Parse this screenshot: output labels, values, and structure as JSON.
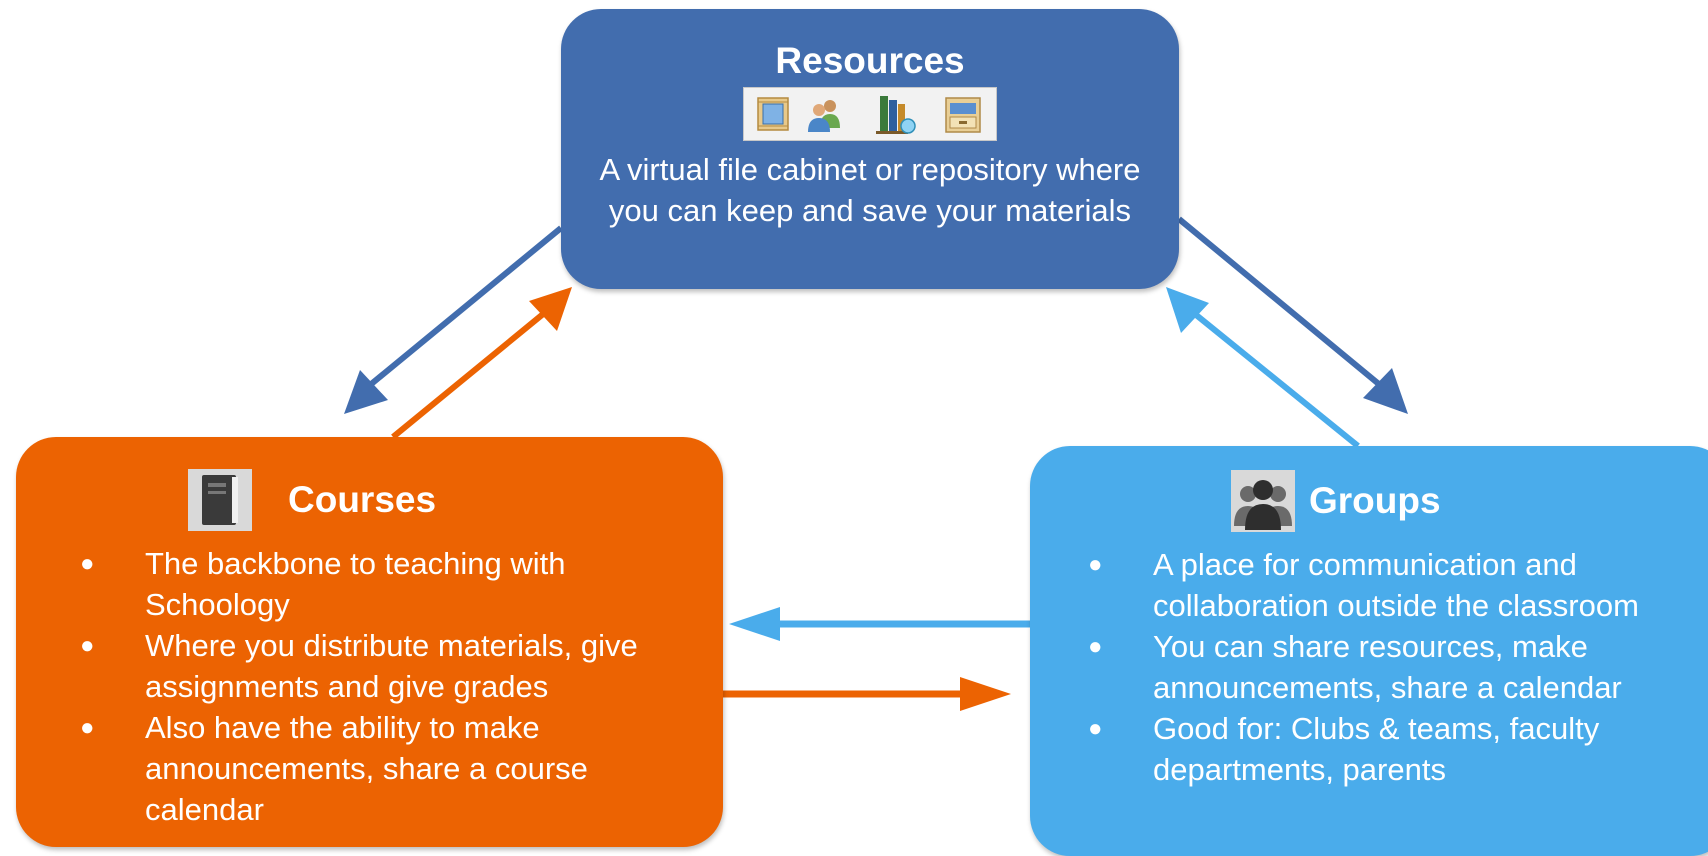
{
  "resources": {
    "title": "Resources",
    "description": "A virtual file cabinet or repository where you can keep and save your materials",
    "icons": [
      "media-album-icon",
      "users-icon",
      "books-icon",
      "file-cabinet-icon"
    ],
    "color": "#426dae"
  },
  "courses": {
    "title": "Courses",
    "icon": "book-icon",
    "color": "#ec6302",
    "bullets": [
      "The backbone to teaching with Schoology",
      "Where you distribute materials, give assignments and give grades",
      "Also have the ability to make announcements, share a course calendar"
    ]
  },
  "groups": {
    "title": "Groups",
    "icon": "people-icon",
    "color": "#4aaceb",
    "bullets": [
      "A place for communication and collaboration outside the classroom",
      "You can share resources, make announcements, share a calendar",
      "Good for: Clubs & teams, faculty departments, parents"
    ]
  },
  "arrow_colors": {
    "dark_blue": "#426dae",
    "orange": "#ec6302",
    "light_blue": "#4aaceb"
  }
}
